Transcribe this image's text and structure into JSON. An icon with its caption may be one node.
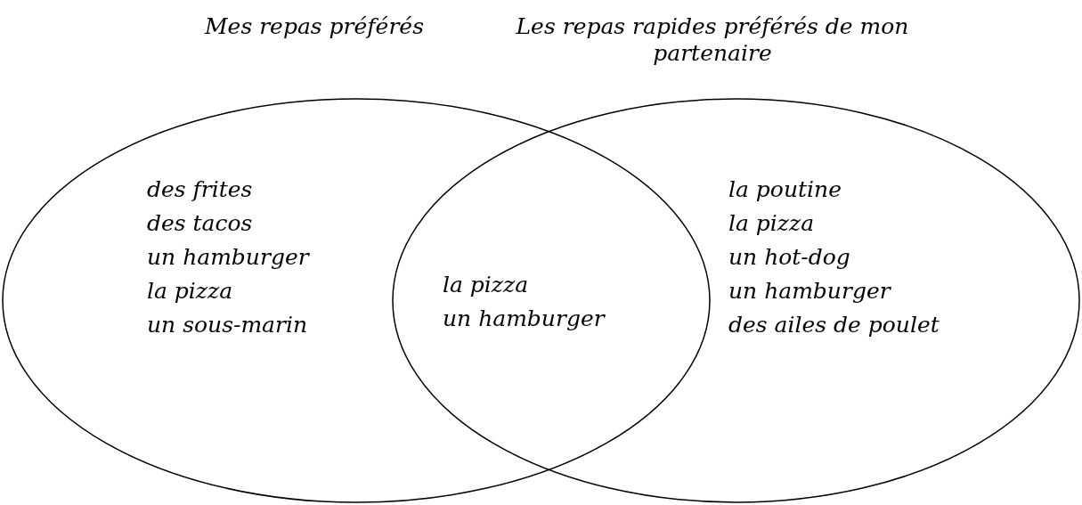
{
  "diagram": {
    "nodes": [
      {
        "text": [
          "Mes repas préférés",
          "des frites",
          "des tacos",
          "un hamburger",
          "la pizza",
          "un sous-marin"
        ]
      },
      {
        "text": [
          "Les repas rapides préférés de mon partenaire",
          "la poutine",
          "la pizza",
          "un hot-dog",
          "un hamburger",
          "des ailes de poulet"
        ]
      },
      {
        "text": [
          "la pizza",
          "un hamburger"
        ]
      }
    ],
    "edges": []
  }
}
